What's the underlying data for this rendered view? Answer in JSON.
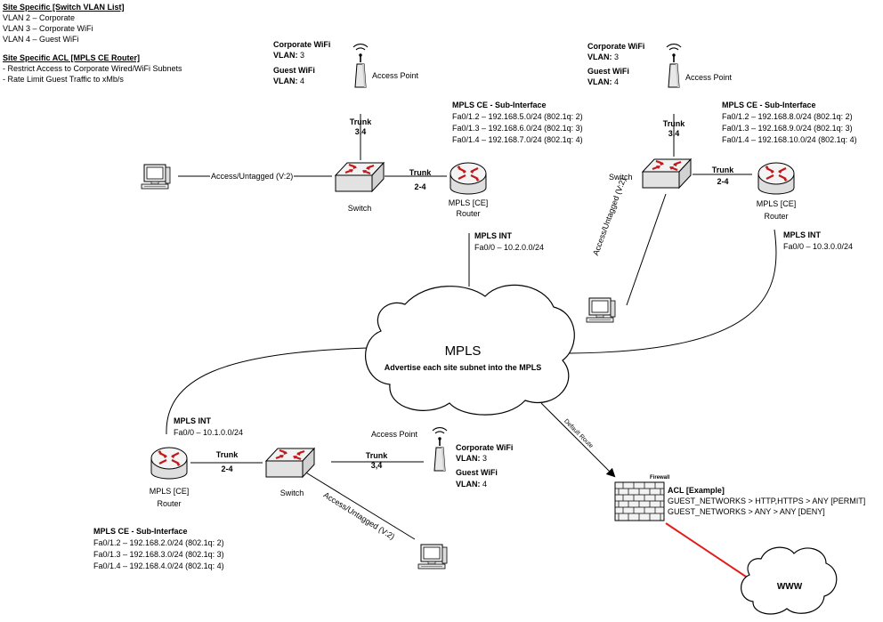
{
  "legend": {
    "vlan_title": "Site Specific [Switch VLAN List]",
    "vlan_lines": [
      "VLAN 2 – Corporate",
      "VLAN 3 – Corporate WiFi",
      "VLAN 4 – Guest WiFi"
    ],
    "acl_title": "Site Specific ACL [MPLS CE Router]",
    "acl_lines": [
      "- Restrict Access to Corporate Wired/WiFi Subnets",
      "- Rate Limit Guest Traffic to xMb/s"
    ]
  },
  "site1": {
    "wifi_corp": "Corporate WiFi",
    "vlan_corp_label": "VLAN:",
    "vlan_corp": "3",
    "wifi_guest": "Guest WiFi",
    "vlan_guest_label": "VLAN:",
    "vlan_guest": "4",
    "ap": "Access Point",
    "trunk_ap_1": "Trunk",
    "trunk_ap_2": "3,4",
    "access": "Access/Untagged (V:2)",
    "switch": "Switch",
    "trunk_rt_1": "Trunk",
    "trunk_rt_2": "2-4",
    "router_1": "MPLS [CE]",
    "router_2": "Router",
    "sub_title": "MPLS CE - Sub-Interface",
    "sub_lines": [
      "Fa0/1.2 – 192.168.5.0/24 (802.1q: 2)",
      "Fa0/1.3 – 192.168.6.0/24 (802.1q: 3)",
      "Fa0/1.4 – 192.168.7.0/24 (802.1q: 4)"
    ],
    "int_title": "MPLS INT",
    "int_line": "Fa0/0 – 10.2.0.0/24"
  },
  "site2": {
    "wifi_corp": "Corporate WiFi",
    "vlan_corp_label": "VLAN:",
    "vlan_corp": "3",
    "wifi_guest": "Guest WiFi",
    "vlan_guest_label": "VLAN:",
    "vlan_guest": "4",
    "ap": "Access Point",
    "trunk_ap_1": "Trunk",
    "trunk_ap_2": "3,4",
    "access": "Access/Untagged (V:2)",
    "switch": "Switch",
    "trunk_rt_1": "Trunk",
    "trunk_rt_2": "2-4",
    "router_1": "MPLS [CE]",
    "router_2": "Router",
    "sub_title": "MPLS CE - Sub-Interface",
    "sub_lines": [
      "Fa0/1.2 – 192.168.8.0/24 (802.1q: 2)",
      "Fa0/1.3 – 192.168.9.0/24 (802.1q: 3)",
      "Fa0/1.4 – 192.168.10.0/24 (802.1q: 4)"
    ],
    "int_title": "MPLS INT",
    "int_line": "Fa0/0 – 10.3.0.0/24"
  },
  "site3": {
    "wifi_corp": "Corporate WiFi",
    "vlan_corp_label": "VLAN:",
    "vlan_corp": "3",
    "wifi_guest": "Guest WiFi",
    "vlan_guest_label": "VLAN:",
    "vlan_guest": "4",
    "ap": "Access Point",
    "trunk_ap_1": "Trunk",
    "trunk_ap_2": "3,4",
    "access": "Access/Untagged (V:2)",
    "switch": "Switch",
    "trunk_rt_1": "Trunk",
    "trunk_rt_2": "2-4",
    "router_1": "MPLS [CE]",
    "router_2": "Router",
    "sub_title": "MPLS CE - Sub-Interface",
    "sub_lines": [
      "Fa0/1.2 – 192.168.2.0/24 (802.1q: 2)",
      "Fa0/1.3 – 192.168.3.0/24 (802.1q: 3)",
      "Fa0/1.4 – 192.168.4.0/24 (802.1q: 4)"
    ],
    "int_title": "MPLS INT",
    "int_line": "Fa0/0 – 10.1.0.0/24"
  },
  "mpls": {
    "title": "MPLS",
    "subtitle": "Advertise each site subnet into the MPLS"
  },
  "default_route": "Default Route",
  "firewall": {
    "label": "Firewall",
    "acl_title": "ACL [Example]",
    "acl_lines": [
      "GUEST_NETWORKS > HTTP,HTTPS > ANY [PERMIT]",
      "GUEST_NETWORKS > ANY > ANY [DENY]"
    ]
  },
  "www": "WWW",
  "colors": {
    "internet_link": "#e0201b",
    "device_fill": "#e9e9e9",
    "line": "#000000"
  },
  "icons": [
    "desktop-computer-icon",
    "switch-icon",
    "router-icon",
    "access-point-icon",
    "firewall-icon",
    "cloud-icon"
  ]
}
